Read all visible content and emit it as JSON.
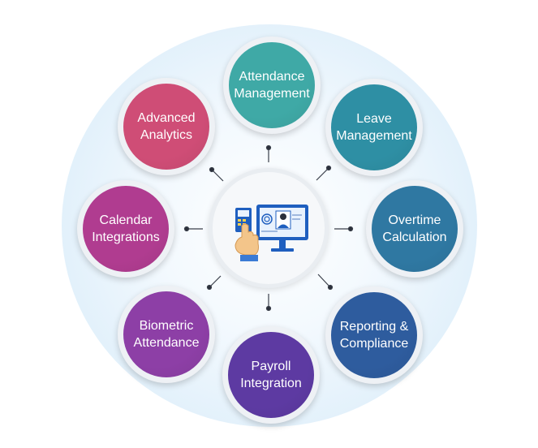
{
  "diagram": {
    "center_icon": "biometric-attendance-terminal-icon",
    "nodes": [
      {
        "id": "attendance-management",
        "label": "Attendance\nManagement",
        "color": "#3fa9a6"
      },
      {
        "id": "leave-management",
        "label": "Leave\nManagement",
        "color": "#2e8fa4"
      },
      {
        "id": "overtime-calculation",
        "label": "Overtime\nCalculation",
        "color": "#2f78a2"
      },
      {
        "id": "reporting-compliance",
        "label": "Reporting &\nCompliance",
        "color": "#2e5c9e"
      },
      {
        "id": "payroll-integration",
        "label": "Payroll\nIntegration",
        "color": "#5d3aa2"
      },
      {
        "id": "biometric-attendance",
        "label": "Biometric\nAttendance",
        "color": "#8d3fa6"
      },
      {
        "id": "calendar-integrations",
        "label": "Calendar\nIntegrations",
        "color": "#b03c90"
      },
      {
        "id": "advanced-analytics",
        "label": "Advanced\nAnalytics",
        "color": "#cf4d76"
      }
    ]
  }
}
